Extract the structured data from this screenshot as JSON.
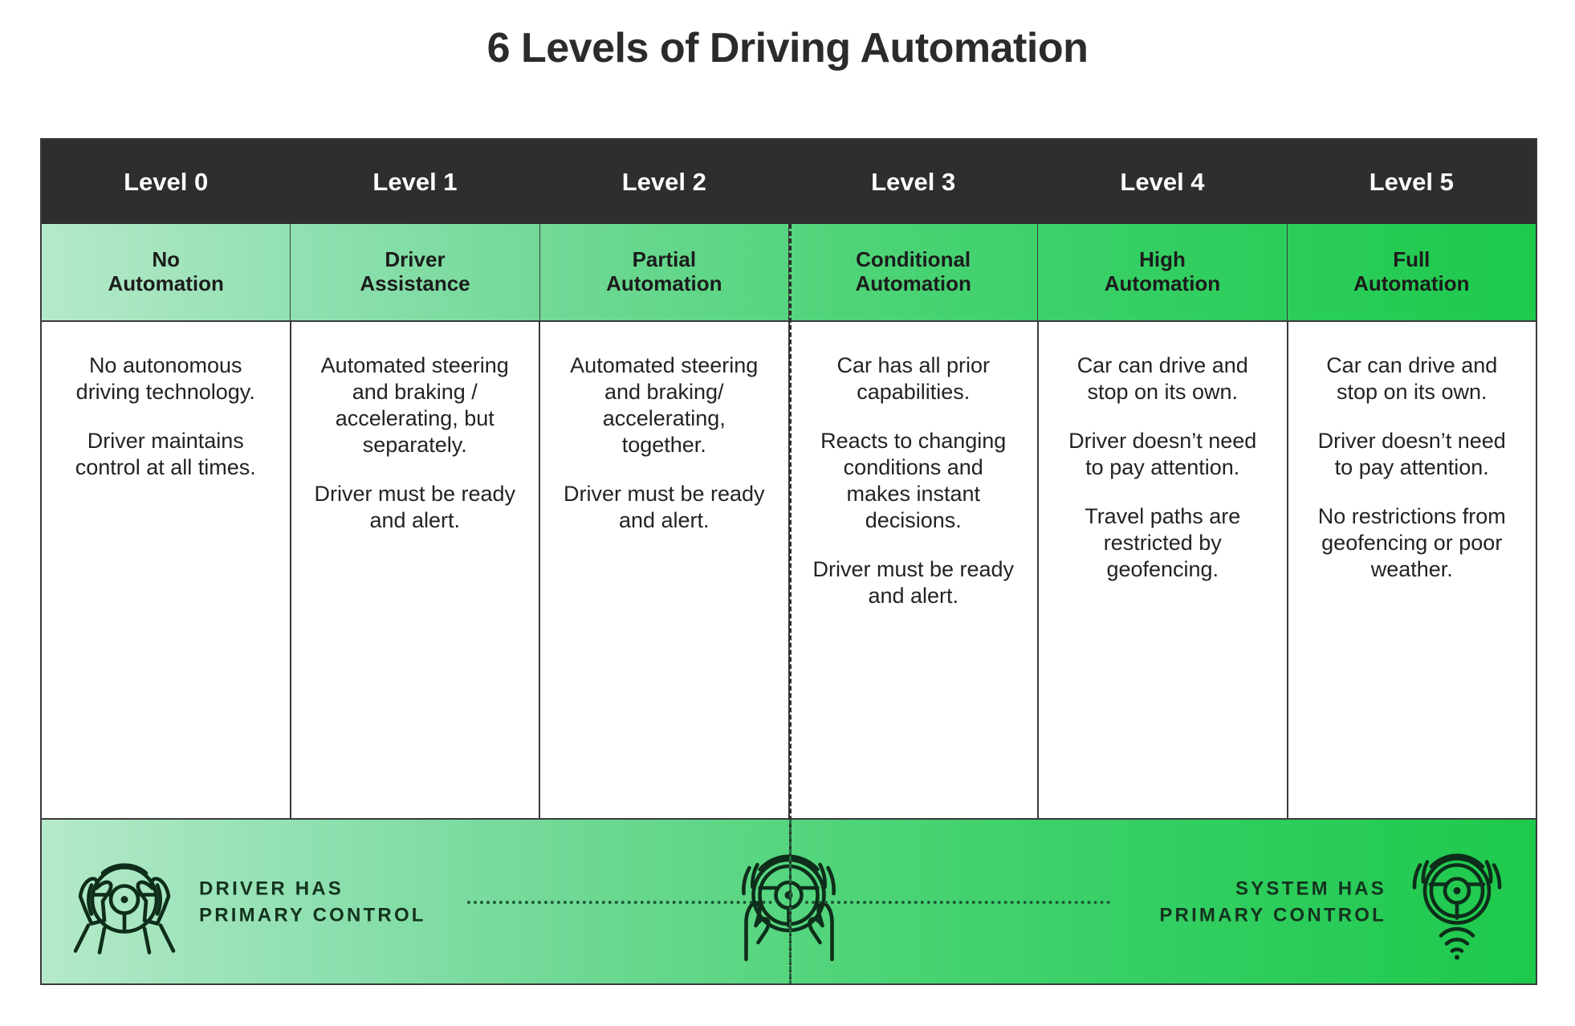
{
  "title": "6 Levels of Driving Automation",
  "levels": [
    {
      "header": "Level 0",
      "name_line1": "No",
      "name_line2": "Automation",
      "paragraphs": [
        "No autonomous driving technology.",
        "Driver maintains control at all times."
      ]
    },
    {
      "header": "Level 1",
      "name_line1": "Driver",
      "name_line2": "Assistance",
      "paragraphs": [
        "Automated steering and braking / accelerating, but separately.",
        "Driver must be ready and alert."
      ]
    },
    {
      "header": "Level 2",
      "name_line1": "Partial",
      "name_line2": "Automation",
      "paragraphs": [
        "Automated steering and braking/ accelerating, together.",
        "Driver must be ready and alert."
      ]
    },
    {
      "header": "Level 3",
      "name_line1": "Conditional",
      "name_line2": "Automation",
      "paragraphs": [
        "Car has all prior capabilities.",
        "Reacts to changing conditions and makes instant decisions.",
        "Driver must be ready and alert."
      ]
    },
    {
      "header": "Level 4",
      "name_line1": "High",
      "name_line2": "Automation",
      "paragraphs": [
        "Car can drive and stop on its own.",
        "Driver doesn’t need to pay attention.",
        "Travel paths are restricted by geofencing."
      ]
    },
    {
      "header": "Level 5",
      "name_line1": "Full",
      "name_line2": "Automation",
      "paragraphs": [
        "Car can drive and stop on its own.",
        "Driver doesn’t need to pay attention.",
        "No restrictions from geofencing or poor weather."
      ]
    }
  ],
  "banner": {
    "left_line1": "DRIVER HAS",
    "left_line2": "PRIMARY CONTROL",
    "right_line1": "SYSTEM HAS",
    "right_line2": "PRIMARY CONTROL",
    "left_icon": "hands-gripping-steering-wheel-icon",
    "center_icon": "hands-hovering-steering-wheel-icon",
    "right_icon": "steering-wheel-wireless-signal-icon"
  },
  "colors": {
    "header_bar": "#2e2e2e",
    "gradient_start": "#b5e9c9",
    "gradient_end": "#1ec94c",
    "text_dark": "#232323",
    "banner_text": "#14331f",
    "border": "#3a3a3a"
  }
}
